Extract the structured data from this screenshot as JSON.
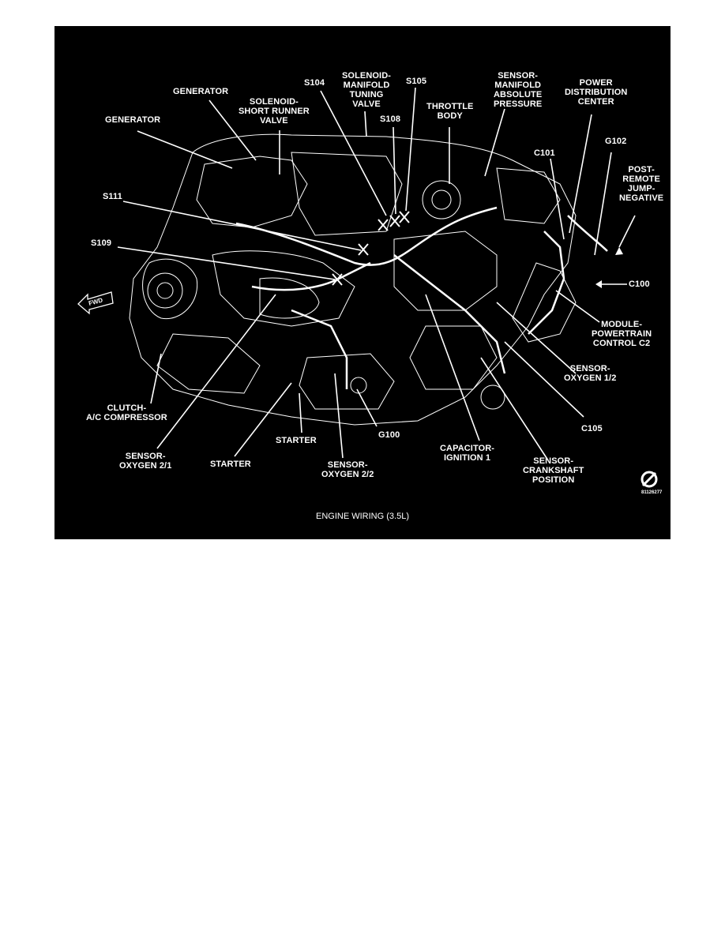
{
  "figure": {
    "caption": "ENGINE WIRING (3.5L)",
    "image_code": "81126277",
    "fwd_label": "FWD",
    "background_color": "#000000",
    "line_color": "#ffffff"
  },
  "labels": {
    "generator_top": "GENERATOR",
    "generator_left": "GENERATOR",
    "solenoid_short_runner": "SOLENOID-\nSHORT RUNNER\nVALVE",
    "s104": "S104",
    "solenoid_manifold_tuning": "SOLENOID-\nMANIFOLD\nTUNING\nVALVE",
    "s105": "S105",
    "s108": "S108",
    "throttle_body": "THROTTLE\nBODY",
    "sensor_map": "SENSOR-\nMANIFOLD\nABSOLUTE\nPRESSURE",
    "power_distribution": "POWER\nDISTRIBUTION\nCENTER",
    "c101": "C101",
    "g102": "G102",
    "post_remote": "POST-\nREMOTE\nJUMP-\nNEGATIVE",
    "s111": "S111",
    "s109": "S109",
    "c100": "C100",
    "module_powertrain": "MODULE-\nPOWERTRAIN\nCONTROL C2",
    "sensor_oxygen_12": "SENSOR-\nOXYGEN 1/2",
    "clutch_ac": "CLUTCH-\nA/C COMPRESSOR",
    "c105": "C105",
    "starter_upper": "STARTER",
    "g100": "G100",
    "capacitor_ignition": "CAPACITOR-\nIGNITION 1",
    "sensor_oxygen_21": "SENSOR-\nOXYGEN 2/1",
    "starter_lower": "STARTER",
    "sensor_oxygen_22": "SENSOR-\nOXYGEN 2/2",
    "sensor_crankshaft": "SENSOR-\nCRANKSHAFT\nPOSITION"
  }
}
